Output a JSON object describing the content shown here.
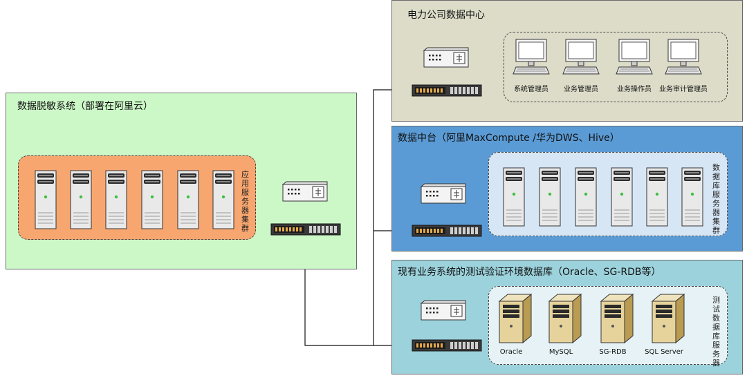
{
  "panels": {
    "desensitization": {
      "title": "数据脱敏系统（部署在阿里云）",
      "cluster_label": "应用服务器集群",
      "color": "#ccf7c7"
    },
    "datacenter": {
      "title": "电力公司数据中心",
      "color": "#dcdcc9",
      "users": [
        "系统管理员",
        "业务管理员",
        "业务操作员",
        "业务审计管理员"
      ]
    },
    "middle": {
      "title": "数据中台（阿里MaxCompute /华为DWS、Hive）",
      "cluster_label": "数据库服务器集群",
      "color": "#5b9bd5"
    },
    "testdb": {
      "title": "现有业务系统的测试验证环境数据库（Oracle、SG-RDB等）",
      "cluster_label": "测试数据库服务器",
      "color": "#9cd2dc",
      "databases": [
        "Oracle",
        "MySQL",
        "SG-RDB",
        "SQL Server"
      ]
    }
  },
  "icons": [
    "rack-server-icon",
    "network-switch-icon",
    "router-appliance-icon",
    "desktop-computer-icon",
    "tower-server-icon"
  ]
}
